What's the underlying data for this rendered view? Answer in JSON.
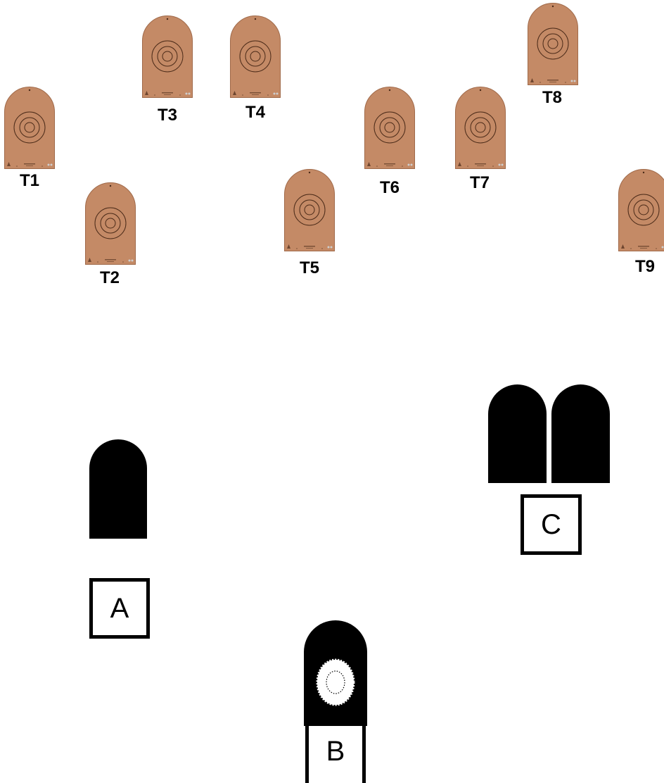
{
  "targets": [
    {
      "id": "t1",
      "label": "T1"
    },
    {
      "id": "t2",
      "label": "T2"
    },
    {
      "id": "t3",
      "label": "T3"
    },
    {
      "id": "t4",
      "label": "T4"
    },
    {
      "id": "t5",
      "label": "T5"
    },
    {
      "id": "t6",
      "label": "T6"
    },
    {
      "id": "t7",
      "label": "T7"
    },
    {
      "id": "t8",
      "label": "T8"
    },
    {
      "id": "t9",
      "label": "T9"
    }
  ],
  "stations": {
    "a": {
      "label": "A"
    },
    "b": {
      "label": "B"
    },
    "c": {
      "label": "C"
    }
  },
  "colors": {
    "target_fill": "#c48a66",
    "target_edge": "#a06a4a",
    "rings": "#4a2a18",
    "black": "#000000"
  }
}
